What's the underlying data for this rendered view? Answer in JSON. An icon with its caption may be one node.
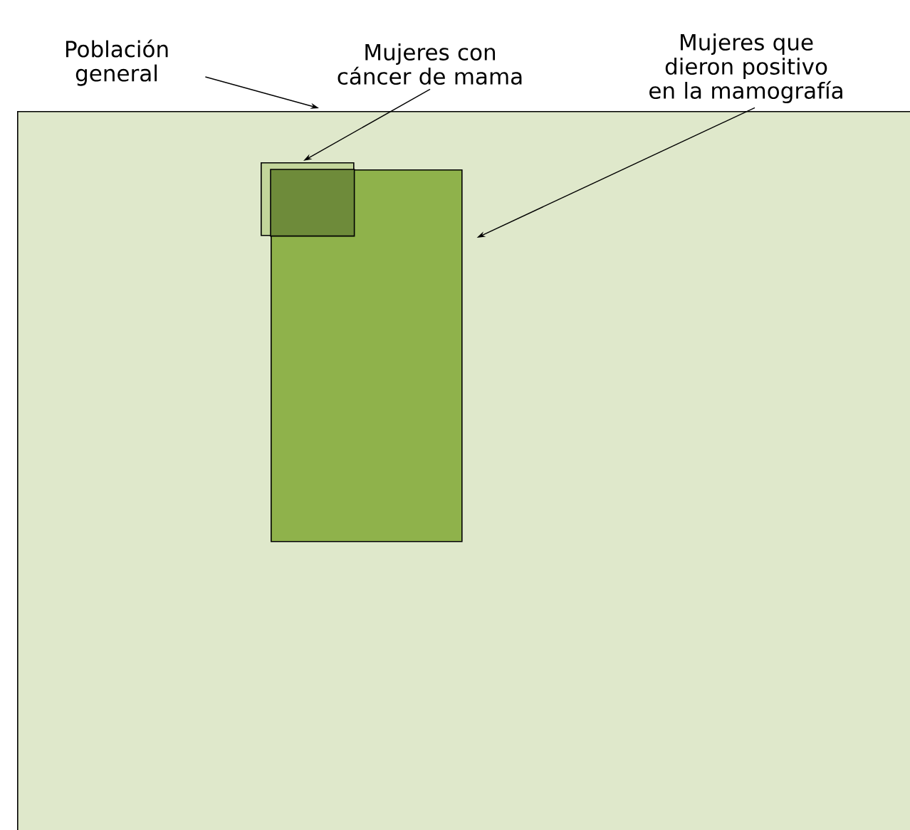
{
  "diagram": {
    "nodes": [
      {
        "text": [
          "Población general"
        ]
      },
      {
        "text": [
          "Mujeres con cáncer de mama"
        ]
      },
      {
        "text": [
          "Mujeres que dieron positivo en la mamografía"
        ]
      },
      {
        "text": [],
        "shape": "box"
      },
      {
        "text": [],
        "shape": "box",
        "in": 3
      },
      {
        "text": [],
        "shape": "box",
        "in": 3
      }
    ],
    "edges": [
      {
        "from": 0,
        "to": 3,
        "arrow": "to"
      },
      {
        "from": 1,
        "to": 4,
        "arrow": "to"
      },
      {
        "from": 2,
        "to": 5,
        "arrow": "to"
      }
    ]
  }
}
